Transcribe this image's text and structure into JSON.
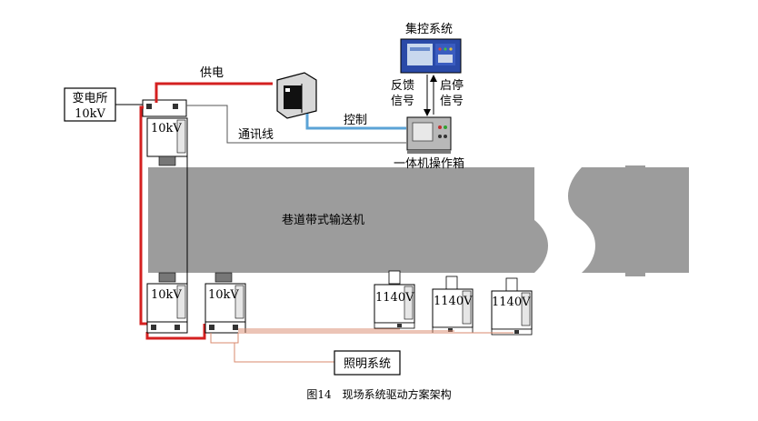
{
  "labels": {
    "substation_line1": "变电所",
    "substation_line2": "10kV",
    "power_supply": "供电",
    "central_control": "集控系统",
    "feedback_signal_1": "反馈",
    "feedback_signal_2": "信号",
    "start_stop_signal_1": "启停",
    "start_stop_signal_2": "信号",
    "control": "控制",
    "comm_line": "通讯线",
    "integrated_box": "一体机操作箱",
    "conveyor": "巷道带式输送机",
    "lighting": "照明系统",
    "caption": "图14　现场系统驱动方案架构"
  },
  "drives": {
    "top_left": "10kV",
    "bottom_left": "10kV",
    "bottom_second": "10kV",
    "tail_1": "1140V",
    "tail_2": "1140V",
    "tail_3": "1140V"
  },
  "colors": {
    "power_cable": "#d42020",
    "control_cable": "#5ba3d6",
    "lighting_cable": "#d98a6c",
    "conveyor_fill": "#9c9c9c",
    "comm_line": "#555555"
  }
}
